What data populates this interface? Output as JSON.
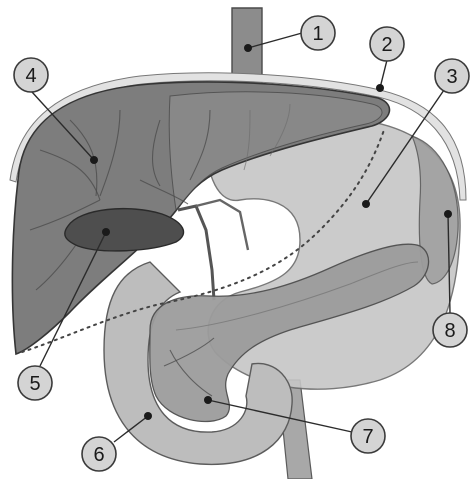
{
  "colors": {
    "liver": "#7d7d7d",
    "liver_edge": "#3a3a3a",
    "stomach": "#c4c4c4",
    "pancreas": "#9a9a9a",
    "duodenum": "#bfbfbf",
    "gallbladder": "#4e4e4e",
    "esophagus": "#8a8a8a",
    "callout_fill": "#d4d4d4"
  },
  "labels": [
    {
      "id": "esophagus",
      "number": "1"
    },
    {
      "id": "diaphragm",
      "number": "2"
    },
    {
      "id": "stomach",
      "number": "3"
    },
    {
      "id": "liver",
      "number": "4"
    },
    {
      "id": "gallbladder",
      "number": "5"
    },
    {
      "id": "duodenum",
      "number": "6"
    },
    {
      "id": "pancreas",
      "number": "7"
    },
    {
      "id": "spleen",
      "number": "8"
    }
  ]
}
